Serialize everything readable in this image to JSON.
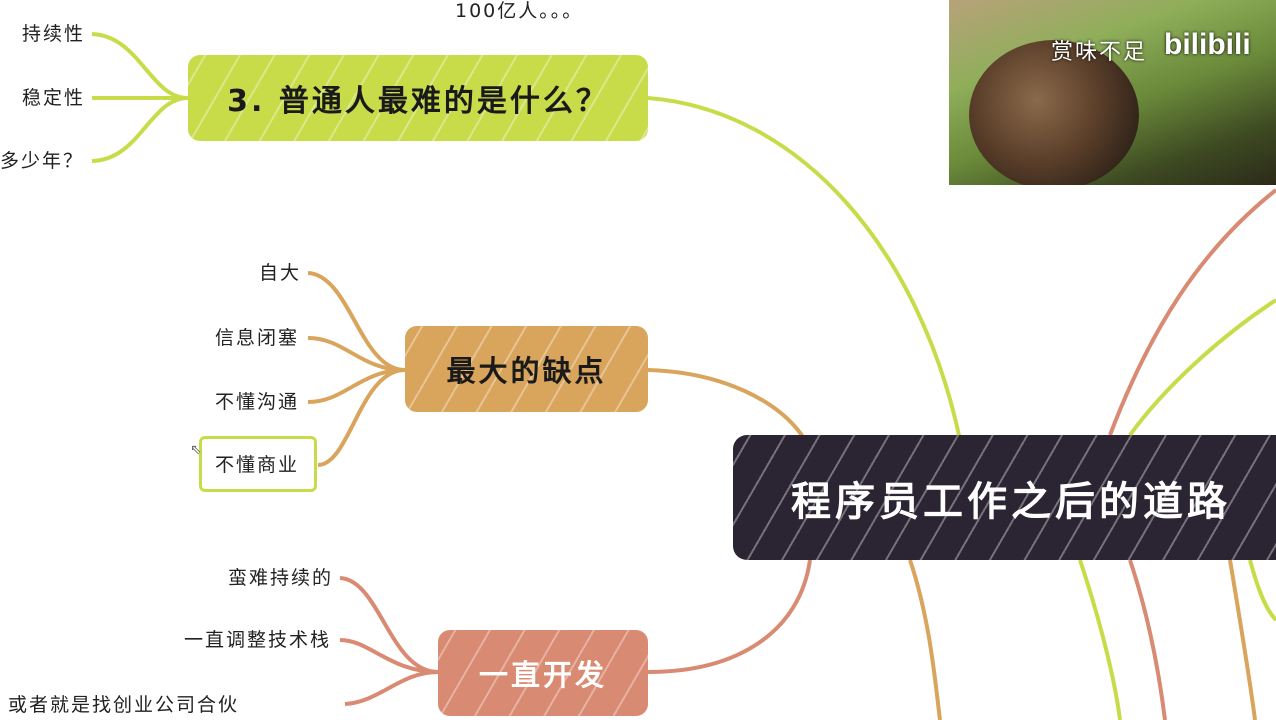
{
  "top_text": "100亿人。。。",
  "root": {
    "label": "程序员工作之后的道路"
  },
  "q3": {
    "label": "3. 普通人最难的是什么？",
    "children": [
      "持续性",
      "稳定性",
      "多少年？"
    ]
  },
  "flaw": {
    "label": "最大的缺点",
    "children": [
      "自大",
      "信息闭塞",
      "不懂沟通",
      "不懂商业"
    ]
  },
  "dev": {
    "label": "一直开发",
    "children": [
      "蛮难持续的",
      "一直调整技术栈",
      "或者就是找创业公司合伙"
    ]
  },
  "video_overlay": {
    "caption": "赏味不足",
    "logo": "bilibili"
  },
  "colors": {
    "q3_branch": "#c8dc4a",
    "flaw_branch": "#d9a45c",
    "dev_branch": "#d98a72",
    "root_bg": "#2b2433"
  }
}
